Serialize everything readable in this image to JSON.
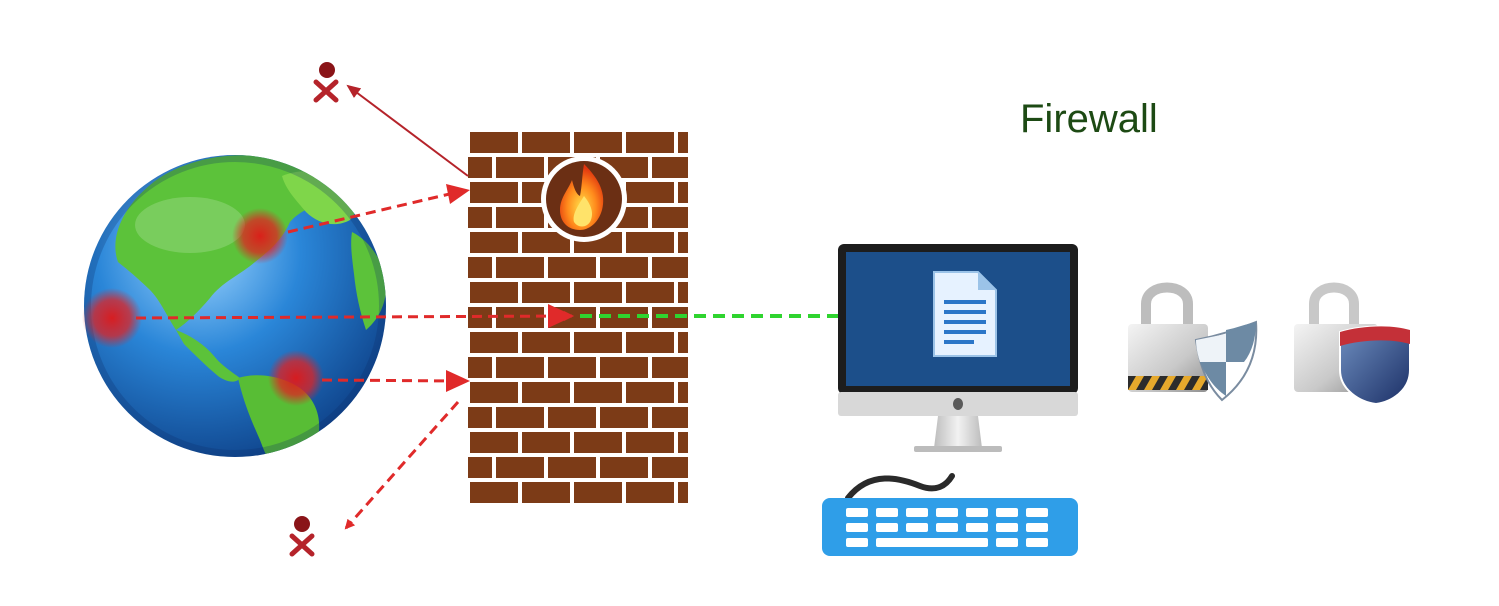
{
  "diagram": {
    "title": "Firewall",
    "nodes": [
      {
        "id": "internet",
        "icon": "globe-icon"
      },
      {
        "id": "firewall",
        "icon": "brick-wall-icon",
        "emblem": "flame-icon"
      },
      {
        "id": "computer",
        "icon": "desktop-monitor-icon",
        "screen_icon": "document-icon"
      },
      {
        "id": "keyboard",
        "icon": "keyboard-icon"
      },
      {
        "id": "security-1",
        "icon": "padlock-shield-icon"
      },
      {
        "id": "security-2",
        "icon": "padlock-shield-icon"
      },
      {
        "id": "blocked-top",
        "icon": "blocked-user-icon"
      },
      {
        "id": "blocked-bottom",
        "icon": "blocked-user-icon"
      }
    ],
    "edges": [
      {
        "from": "internet",
        "to": "firewall",
        "status": "blocked",
        "style": "dashed"
      },
      {
        "from": "internet",
        "to": "firewall",
        "status": "allowed",
        "style": "dashed"
      },
      {
        "from": "firewall",
        "to": "computer",
        "status": "allowed",
        "style": "dashed"
      },
      {
        "from": "internet",
        "to": "firewall",
        "status": "blocked",
        "style": "dashed"
      },
      {
        "from": "firewall",
        "to": "blocked-top",
        "status": "rejected",
        "style": "solid"
      },
      {
        "from": "firewall",
        "to": "blocked-bottom",
        "status": "rejected",
        "style": "dashed"
      }
    ],
    "colors": {
      "threat": "#e02a2a",
      "allowed": "#2fd42f",
      "brick": "#7c3b17",
      "mortar": "#ffffff",
      "screen": "#1c4f8a",
      "keyboard": "#2f9ee8",
      "title": "#1d4a14"
    }
  }
}
